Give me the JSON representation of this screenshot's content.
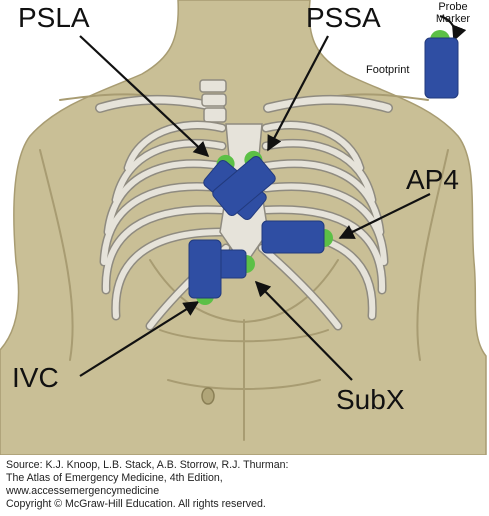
{
  "labels": {
    "psla": "PSLA",
    "pssa": "PSSA",
    "ap4": "AP4",
    "ivc": "IVC",
    "subx": "SubX",
    "probe_marker_line1": "Probe",
    "probe_marker_line2": "Marker",
    "footprint": "Footprint"
  },
  "source": {
    "line1": "Source: K.J. Knoop, L.B. Stack, A.B. Storrow, R.J. Thurman:",
    "line2": "The Atlas of Emergency Medicine, 4th Edition,",
    "line3": "www.accessemergencymedicine",
    "line4": "Copyright © McGraw-Hill Education. All rights reserved."
  },
  "colors": {
    "skin": "#c9bf96",
    "skin_line": "#a89c72",
    "bone": "#e6e3da",
    "bone_edge": "#8f8b80",
    "probe": "#2f4ea3",
    "probe_edge": "#223a7d",
    "marker": "#5cc046"
  }
}
